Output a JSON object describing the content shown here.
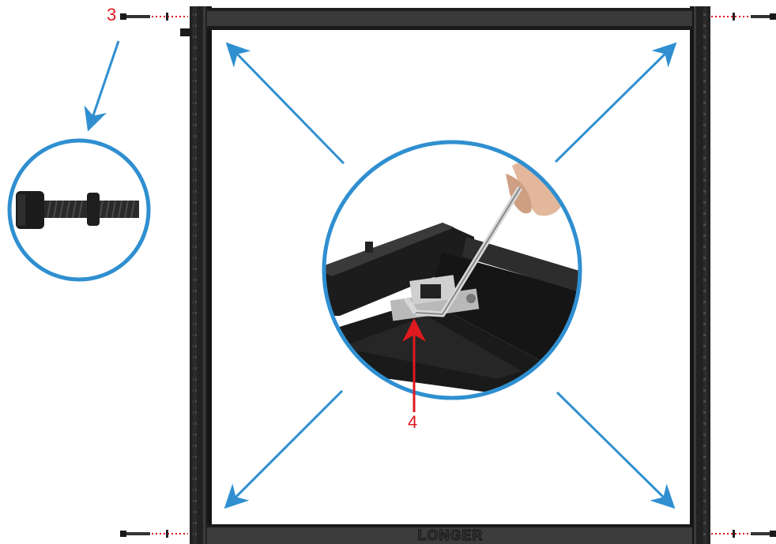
{
  "callouts": {
    "screw_step": "3",
    "tool_step": "4"
  },
  "brand": {
    "logo_text": "LONGER"
  },
  "colors": {
    "frame": "#2a2a2a",
    "frame_dark": "#111111",
    "arrow_blue": "#2f8fd0",
    "callout_red": "#e0191e",
    "guide_dots": "#e0191e"
  },
  "icons": {
    "screw": "hex-socket-screw-icon",
    "hex_key": "hex-key-icon",
    "arrow": "expand-arrow-icon"
  }
}
